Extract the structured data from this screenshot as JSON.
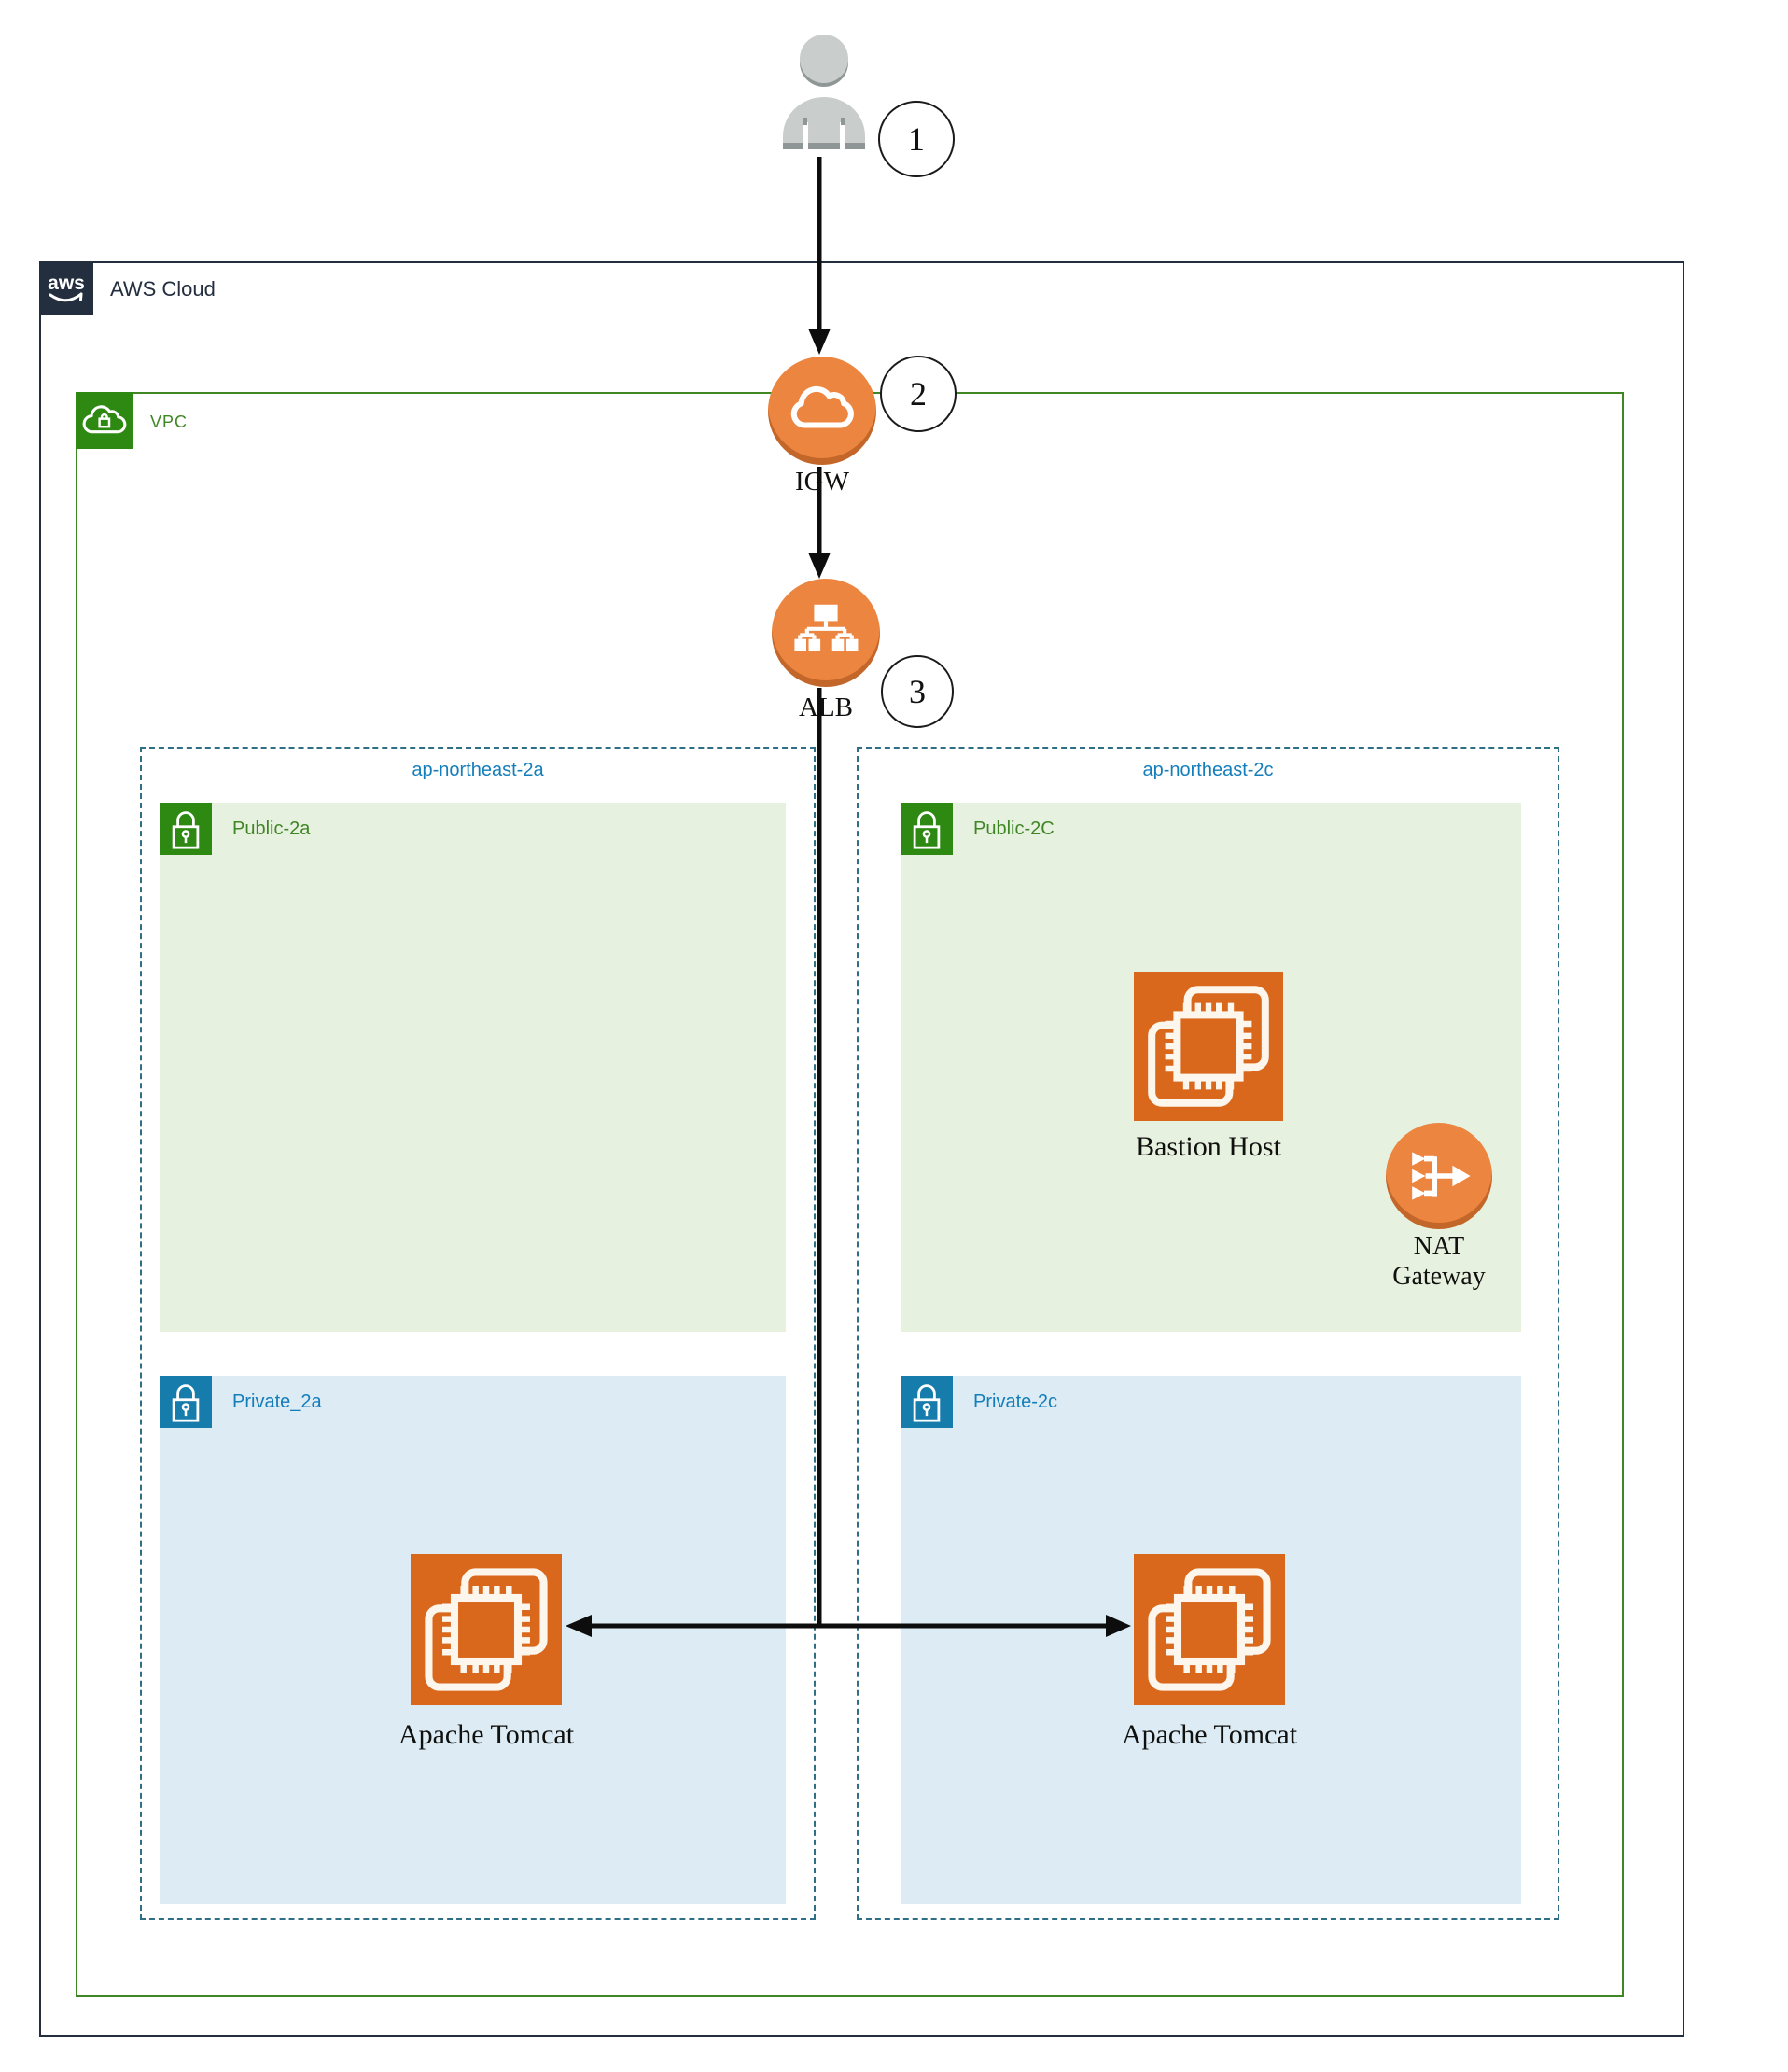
{
  "aws": {
    "logo": "aws",
    "label": "AWS Cloud"
  },
  "vpc": {
    "label": "VPC"
  },
  "steps": {
    "s1": "1",
    "s2": "2",
    "s3": "3"
  },
  "nodes": {
    "igw": {
      "label": "IGW"
    },
    "alb": {
      "label": "ALB"
    },
    "bastion": {
      "label": "Bastion Host"
    },
    "nat": {
      "line1": "NAT",
      "line2": "Gateway"
    },
    "tomcat_a": {
      "label": "Apache Tomcat"
    },
    "tomcat_c": {
      "label": "Apache Tomcat"
    }
  },
  "zones": {
    "a": {
      "label": "ap-northeast-2a",
      "public_label": "Public-2a",
      "private_label": "Private_2a"
    },
    "c": {
      "label": "ap-northeast-2c",
      "public_label": "Public-2C",
      "private_label": "Private-2c"
    }
  },
  "colors": {
    "aws_border": "#232f3e",
    "vpc_border": "#3f8624",
    "az_border": "#2e6f86",
    "az_label": "#147eba",
    "public_subnet_fill": "#e7f1e0",
    "private_subnet_fill": "#dcebf4",
    "subnet_green_icon": "#2e8912",
    "subnet_blue_icon": "#157cac",
    "public_label": "#3f8624",
    "private_label": "#147eba",
    "service_orange": "#ec8540",
    "ec2_orange": "#d9671c",
    "arrow": "#0d0d0d"
  }
}
